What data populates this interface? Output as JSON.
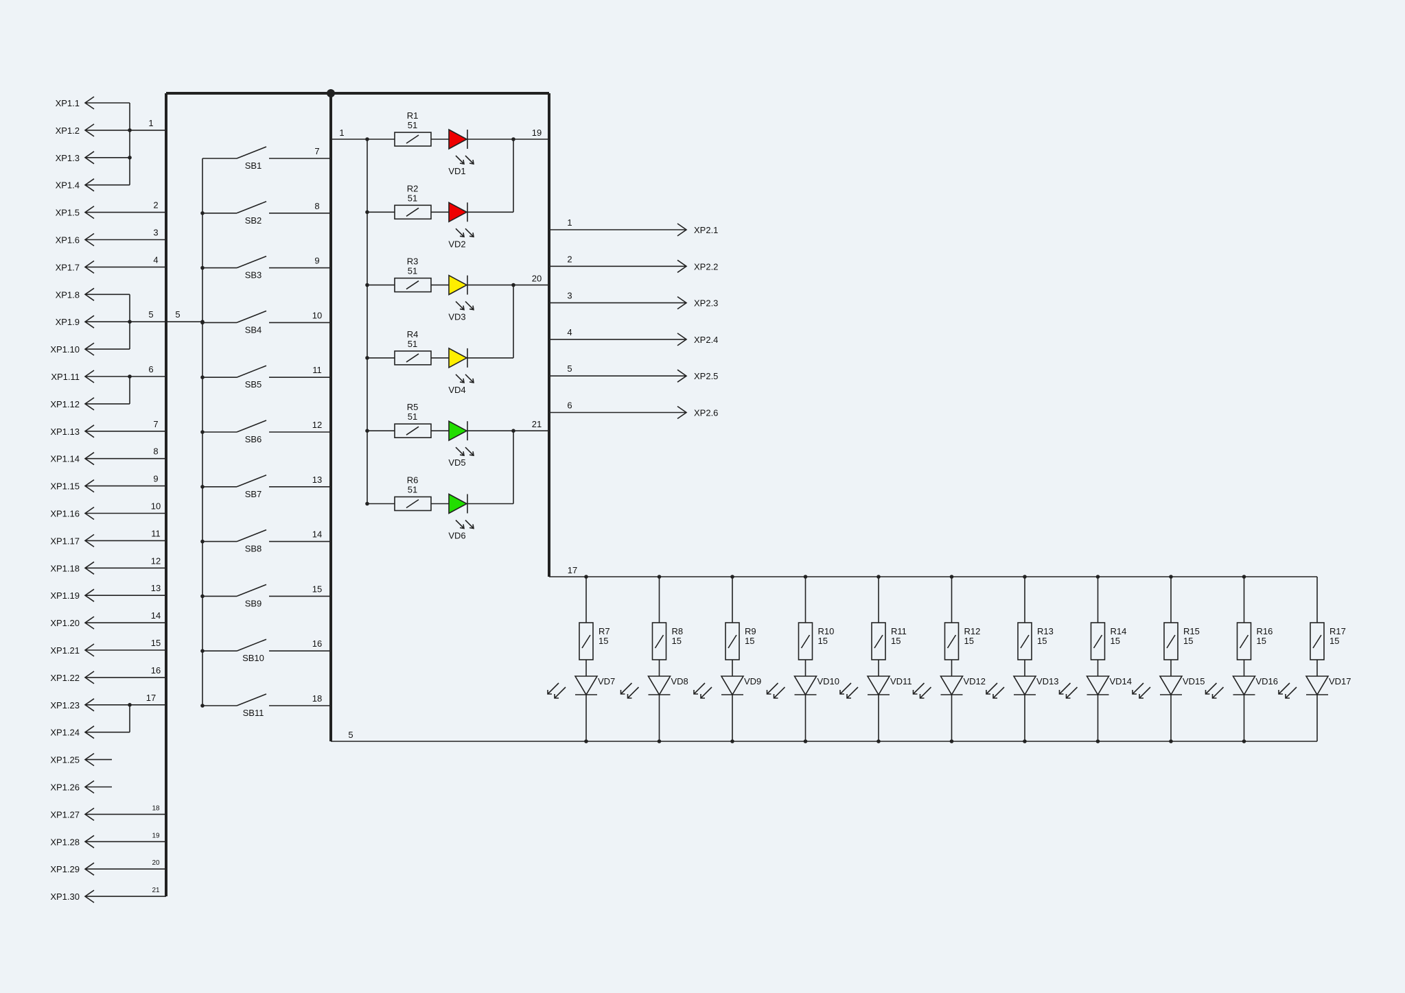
{
  "xp1": [
    "XP1.1",
    "XP1.2",
    "XP1.3",
    "XP1.4",
    "XP1.5",
    "XP1.6",
    "XP1.7",
    "XP1.8",
    "XP1.9",
    "XP1.10",
    "XP1.11",
    "XP1.12",
    "XP1.13",
    "XP1.14",
    "XP1.15",
    "XP1.16",
    "XP1.17",
    "XP1.18",
    "XP1.19",
    "XP1.20",
    "XP1.21",
    "XP1.22",
    "XP1.23",
    "XP1.24",
    "XP1.25",
    "XP1.26",
    "XP1.27",
    "XP1.28",
    "XP1.29",
    "XP1.30"
  ],
  "xp1_nets": [
    {
      "pins": [
        0,
        1,
        2,
        3
      ],
      "net": "1"
    },
    {
      "pins": [
        4
      ],
      "net": "2"
    },
    {
      "pins": [
        5
      ],
      "net": "3"
    },
    {
      "pins": [
        6
      ],
      "net": "4"
    },
    {
      "pins": [
        7,
        8,
        9
      ],
      "net": "5"
    },
    {
      "pins": [
        10,
        11
      ],
      "net": "6"
    },
    {
      "pins": [
        12
      ],
      "net": "7"
    },
    {
      "pins": [
        13
      ],
      "net": "8"
    },
    {
      "pins": [
        14
      ],
      "net": "9"
    },
    {
      "pins": [
        15
      ],
      "net": "10"
    },
    {
      "pins": [
        16
      ],
      "net": "11"
    },
    {
      "pins": [
        17
      ],
      "net": "12"
    },
    {
      "pins": [
        18
      ],
      "net": "13"
    },
    {
      "pins": [
        19
      ],
      "net": "14"
    },
    {
      "pins": [
        20
      ],
      "net": "15"
    },
    {
      "pins": [
        21
      ],
      "net": "16"
    },
    {
      "pins": [
        22,
        23
      ],
      "net": "17"
    },
    {
      "pins": [
        26
      ],
      "net": "18"
    },
    {
      "pins": [
        27
      ],
      "net": "19"
    },
    {
      "pins": [
        28
      ],
      "net": "20"
    },
    {
      "pins": [
        29
      ],
      "net": "21"
    }
  ],
  "bus_label_5": "5",
  "switches": [
    {
      "name": "SB1",
      "net": "7"
    },
    {
      "name": "SB2",
      "net": "8"
    },
    {
      "name": "SB3",
      "net": "9"
    },
    {
      "name": "SB4",
      "net": "10"
    },
    {
      "name": "SB5",
      "net": "11"
    },
    {
      "name": "SB6",
      "net": "12"
    },
    {
      "name": "SB7",
      "net": "13"
    },
    {
      "name": "SB8",
      "net": "14"
    },
    {
      "name": "SB9",
      "net": "15"
    },
    {
      "name": "SB10",
      "net": "16"
    },
    {
      "name": "SB11",
      "net": "18"
    }
  ],
  "panel_net_in": "1",
  "indicators": [
    {
      "r": "R1",
      "rv": "51",
      "vd": "VD1",
      "color": "#ee0000"
    },
    {
      "r": "R2",
      "rv": "51",
      "vd": "VD2",
      "color": "#ee0000"
    },
    {
      "r": "R3",
      "rv": "51",
      "vd": "VD3",
      "color": "#ffee00"
    },
    {
      "r": "R4",
      "rv": "51",
      "vd": "VD4",
      "color": "#ffee00"
    },
    {
      "r": "R5",
      "rv": "51",
      "vd": "VD5",
      "color": "#22dd00"
    },
    {
      "r": "R6",
      "rv": "51",
      "vd": "VD6",
      "color": "#22dd00"
    }
  ],
  "indicator_nets": [
    "19",
    "20",
    "21"
  ],
  "xp2": [
    {
      "name": "XP2.1",
      "net": "1"
    },
    {
      "name": "XP2.2",
      "net": "2"
    },
    {
      "name": "XP2.3",
      "net": "3"
    },
    {
      "name": "XP2.4",
      "net": "4"
    },
    {
      "name": "XP2.5",
      "net": "5"
    },
    {
      "name": "XP2.6",
      "net": "6"
    }
  ],
  "backlight_net_top": "17",
  "backlight_net_bottom": "5",
  "backlight": [
    {
      "r": "R7",
      "rv": "15",
      "vd": "VD7"
    },
    {
      "r": "R8",
      "rv": "15",
      "vd": "VD8"
    },
    {
      "r": "R9",
      "rv": "15",
      "vd": "VD9"
    },
    {
      "r": "R10",
      "rv": "15",
      "vd": "VD10"
    },
    {
      "r": "R11",
      "rv": "15",
      "vd": "VD11"
    },
    {
      "r": "R12",
      "rv": "15",
      "vd": "VD12"
    },
    {
      "r": "R13",
      "rv": "15",
      "vd": "VD13"
    },
    {
      "r": "R14",
      "rv": "15",
      "vd": "VD14"
    },
    {
      "r": "R15",
      "rv": "15",
      "vd": "VD15"
    },
    {
      "r": "R16",
      "rv": "15",
      "vd": "VD16"
    },
    {
      "r": "R17",
      "rv": "15",
      "vd": "VD17"
    }
  ]
}
